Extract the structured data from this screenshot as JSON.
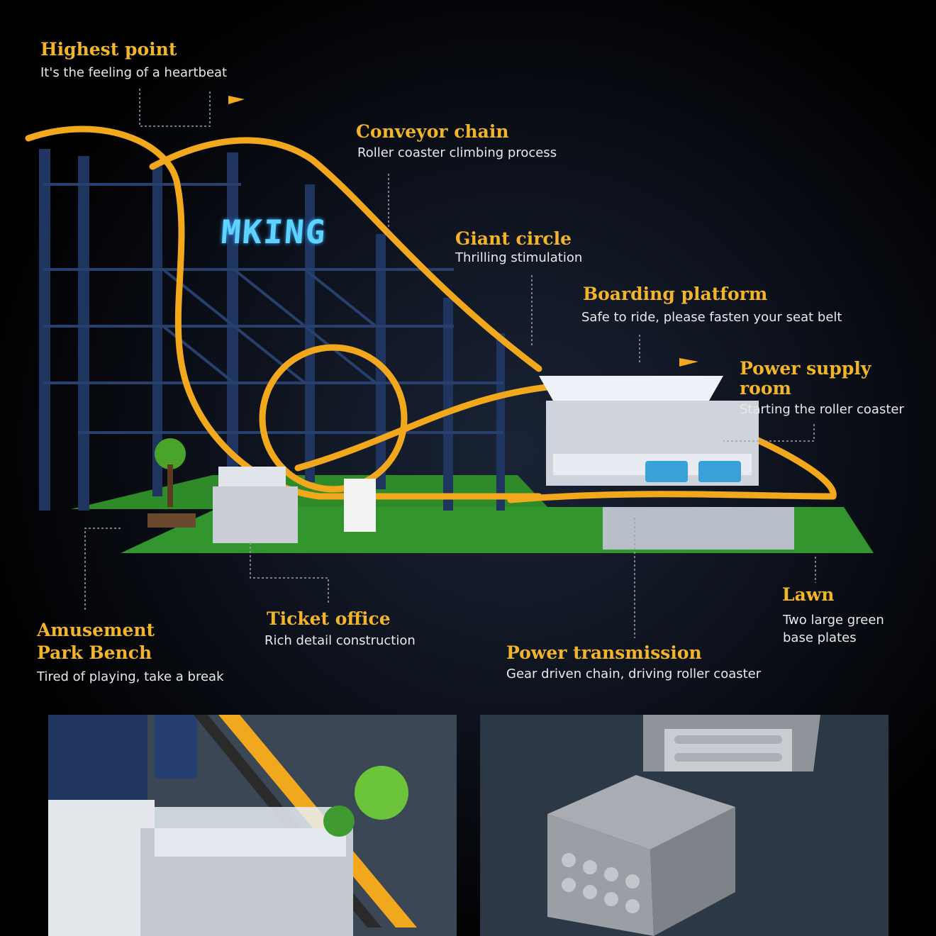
{
  "sign_text": "MKING",
  "labels": {
    "highest_point": {
      "title": "Highest point",
      "desc": "It's the feeling of a heartbeat"
    },
    "conveyor_chain": {
      "title": "Conveyor chain",
      "desc": "Roller coaster climbing process"
    },
    "giant_circle": {
      "title": "Giant circle",
      "desc": "Thrilling stimulation"
    },
    "boarding_platform": {
      "title": "Boarding platform",
      "desc": "Safe to ride, please fasten your seat belt"
    },
    "power_supply_room": {
      "title_line1": "Power supply",
      "title_line2": "room",
      "desc": "Starting the roller coaster"
    },
    "lawn": {
      "title": "Lawn",
      "desc_line1": "Two large green",
      "desc_line2": "base plates"
    },
    "power_transmission": {
      "title": "Power transmission",
      "desc": "Gear driven chain, driving roller coaster"
    },
    "ticket_office": {
      "title": "Ticket office",
      "desc": "Rich detail construction"
    },
    "amusement_park_bench": {
      "title_line1": "Amusement",
      "title_line2": "Park Bench",
      "desc": "Tired of playing, take a break"
    }
  },
  "colors": {
    "title": "#f2b52a",
    "desc": "#e9e9e9",
    "track": "#f2a81d",
    "frame": "#1f3560",
    "lawn": "#2f8a2a",
    "background": "#000000"
  }
}
